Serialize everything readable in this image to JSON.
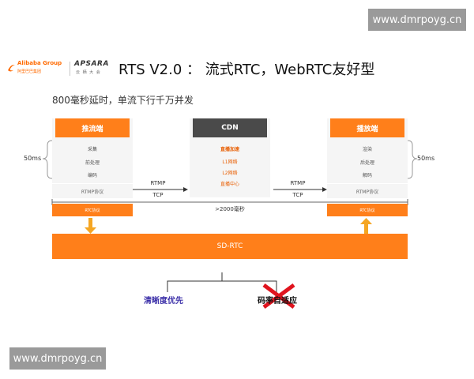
{
  "watermark": {
    "text": "www.dmrpoyg.cn"
  },
  "logo": {
    "alibaba": "Alibaba Group",
    "alibaba_sub": "阿里巴巴集团",
    "apsara": "APSARA",
    "apsara_sub": "云 栖 大 会"
  },
  "title": "RTS V2.0 ： 流式RTC，WebRTC友好型",
  "subtitle": "800毫秒延时，单流下行千万并发",
  "left": {
    "header": "推流端",
    "items": [
      "采集",
      "前处理",
      "编码"
    ],
    "protocol": "RTMP协议",
    "rtc": "RTC协议",
    "ms": "50ms"
  },
  "cdn": {
    "header": "CDN",
    "items": [
      "直播加速",
      "L1网络",
      "L2网络",
      "直播中心"
    ]
  },
  "right": {
    "header": "播放端",
    "items": [
      "渲染",
      "后处理",
      "解码"
    ],
    "protocol": "RTMP协议",
    "rtc": "RTC协议",
    "ms": "50ms"
  },
  "arrows": {
    "left": {
      "top": "RTMP",
      "bottom": "TCP"
    },
    "right": {
      "top": "RTMP",
      "bottom": "TCP"
    }
  },
  "latency": ">2000毫秒",
  "sdrtc": "SD-RTC",
  "branches": {
    "left": "清晰度优先",
    "right": "码率自适应"
  },
  "colors": {
    "accent": "#ff7f1a",
    "cdn_head": "#4a4a4a",
    "branch_left": "#3b2fa8",
    "cross": "#e0141e"
  }
}
